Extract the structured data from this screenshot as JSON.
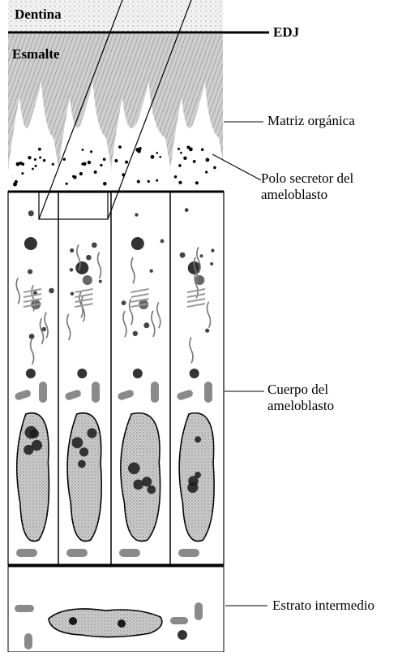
{
  "labels": {
    "dentina": "Dentina",
    "edj": "EDJ",
    "esmalte": "Esmalte",
    "matriz": "Matriz orgánica",
    "polo_line1": "Polo secretor del",
    "polo_line2": "ameloblasto",
    "cuerpo_line1": "Cuerpo del",
    "cuerpo_line2": "ameloblasto",
    "estrato": "Estrato intermedio"
  },
  "colors": {
    "ink": "#000000",
    "enamel": "#c9c9c9",
    "dentin": "#f2f2f2",
    "cell_bg": "#ffffff",
    "nucleus_fill": "#d0d0d0",
    "chromatin": "#1a1a1a",
    "mito": "#8a8a8a"
  }
}
